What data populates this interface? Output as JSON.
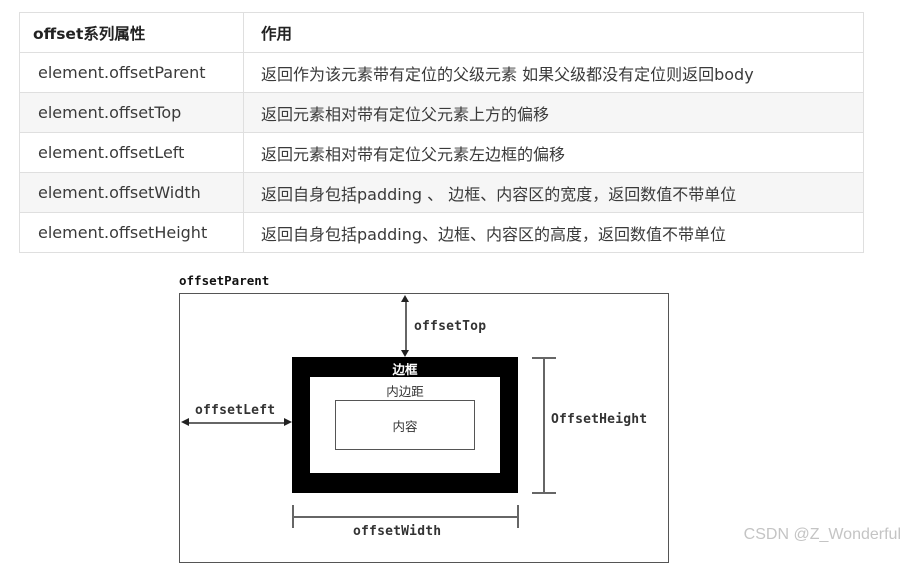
{
  "table": {
    "headers": [
      "offset系列属性",
      "作用"
    ],
    "rows": [
      {
        "property": "element.offsetParent",
        "description": "返回作为该元素带有定位的父级元素 如果父级都没有定位则返回body"
      },
      {
        "property": "element.offsetTop",
        "description": "返回元素相对带有定位父元素上方的偏移"
      },
      {
        "property": "element.offsetLeft",
        "description": "返回元素相对带有定位父元素左边框的偏移"
      },
      {
        "property": "element.offsetWidth",
        "description": "返回自身包括padding 、 边框、内容区的宽度，返回数值不带单位"
      },
      {
        "property": "element.offsetHeight",
        "description": "返回自身包括padding、边框、内容区的高度，返回数值不带单位"
      }
    ]
  },
  "diagram": {
    "parent_label": "offsetParent",
    "offset_top_label": "offsetTop",
    "offset_left_label": "offsetLeft",
    "offset_height_label": "OffsetHeight",
    "offset_width_label": "offsetWidth",
    "border_label": "边框",
    "padding_label": "内边距",
    "content_label": "内容"
  },
  "watermark": "CSDN @Z_Wonderful"
}
